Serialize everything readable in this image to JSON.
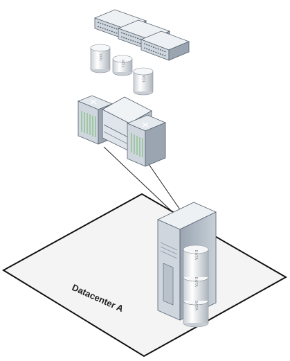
{
  "diagram": {
    "floor_label": "Datacenter A",
    "volume_label": "VOL",
    "data_label": "DATA",
    "colors": {
      "device_light": "#eef1f4",
      "device_mid": "#cfd6de",
      "device_dark": "#9aa5b1",
      "outline": "#55606b",
      "floor": "#f4f4f4",
      "floor_edge": "#111111",
      "led_green": "#6fb86a"
    },
    "icons": [
      "rack-server-icon",
      "volume-cylinder-icon",
      "router-icon",
      "switch-icon",
      "mainframe-icon",
      "data-cylinder-icon"
    ]
  }
}
